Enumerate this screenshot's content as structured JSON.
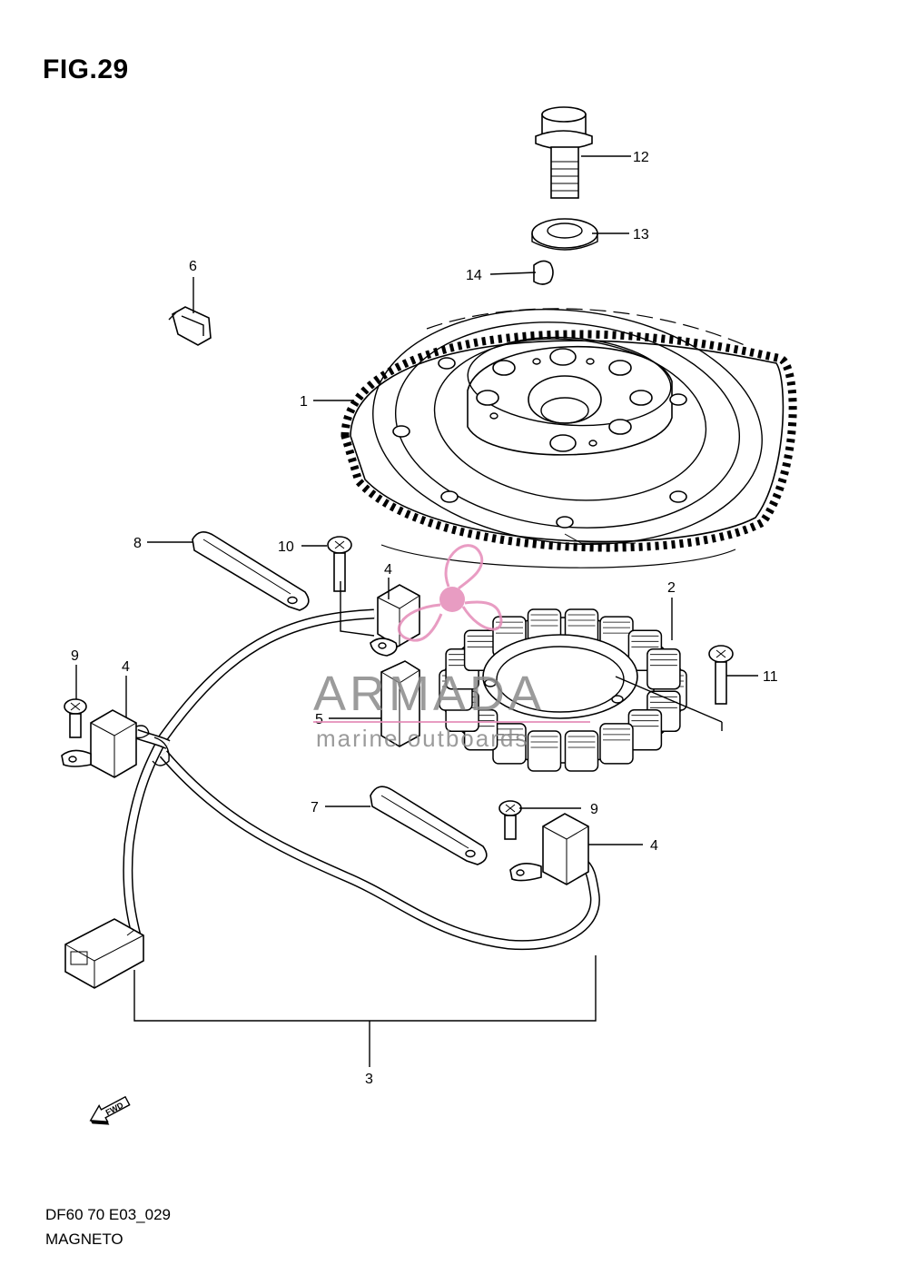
{
  "figure": {
    "title": "FIG.29",
    "code": "DF60 70 E03_029",
    "name": "MAGNETO"
  },
  "callouts": {
    "c1": "1",
    "c2": "2",
    "c3": "3",
    "c4a": "4",
    "c4b": "4",
    "c4c": "4",
    "c5": "5",
    "c6": "6",
    "c7": "7",
    "c8": "8",
    "c9a": "9",
    "c9b": "9",
    "c10": "10",
    "c11": "11",
    "c12": "12",
    "c13": "13",
    "c14": "14"
  },
  "direction_marker": {
    "label": "FWD",
    "icon": "forward-arrow-icon"
  },
  "watermark": {
    "brand": "ARMADA",
    "tagline": "marine outboards",
    "color": "#e58bb8",
    "icon": "propeller-logo-icon"
  }
}
